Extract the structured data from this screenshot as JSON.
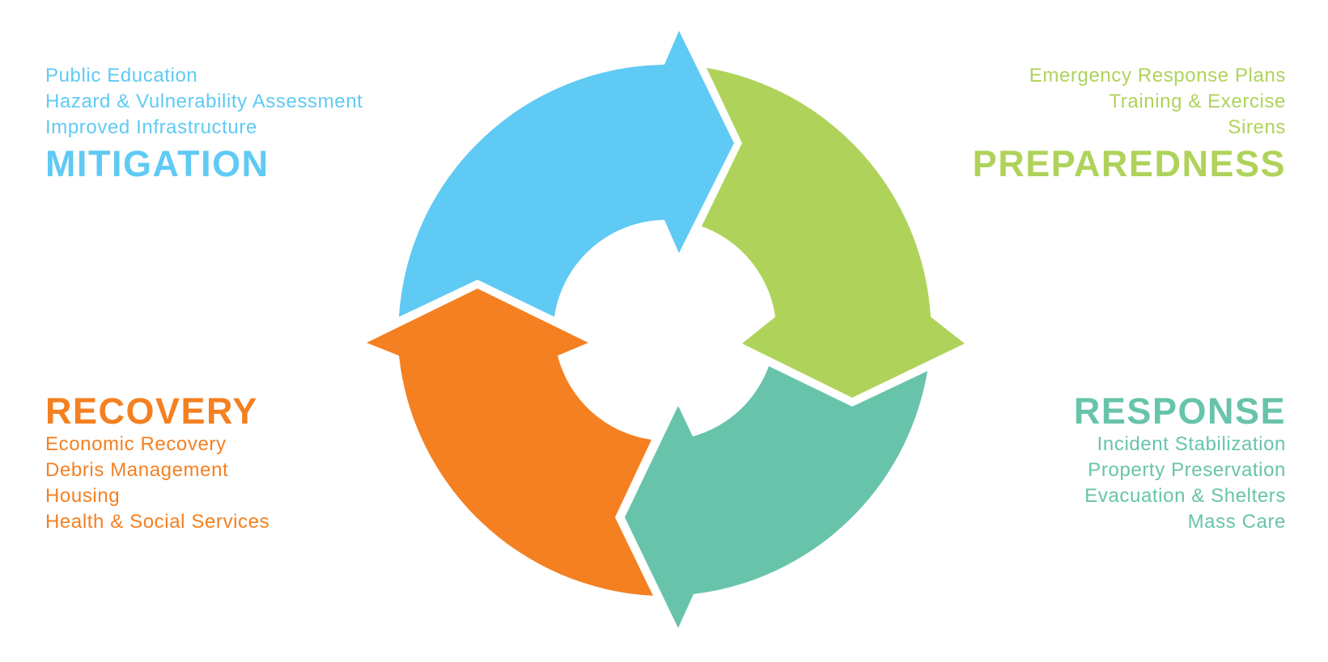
{
  "diagram": {
    "type": "cycle",
    "phases": [
      {
        "name": "MITIGATION",
        "color": "#5fcaf4",
        "position": "top-left",
        "items": [
          "Public Education",
          "Hazard & Vulnerability Assessment",
          "Improved Infrastructure"
        ]
      },
      {
        "name": "PREPAREDNESS",
        "color": "#afd35a",
        "position": "top-right",
        "items": [
          "Emergency Response Plans",
          "Training & Exercise",
          "Sirens"
        ]
      },
      {
        "name": "RESPONSE",
        "color": "#67c4aa",
        "position": "bottom-right",
        "items": [
          "Incident Stabilization",
          "Property Preservation",
          "Evacuation & Shelters",
          "Mass Care"
        ]
      },
      {
        "name": "RECOVERY",
        "color": "#f48021",
        "position": "bottom-left",
        "items": [
          "Economic Recovery",
          "Debris Management",
          "Housing",
          "Health & Social Services"
        ]
      }
    ],
    "flow": [
      "MITIGATION",
      "PREPAREDNESS",
      "RESPONSE",
      "RECOVERY"
    ]
  }
}
